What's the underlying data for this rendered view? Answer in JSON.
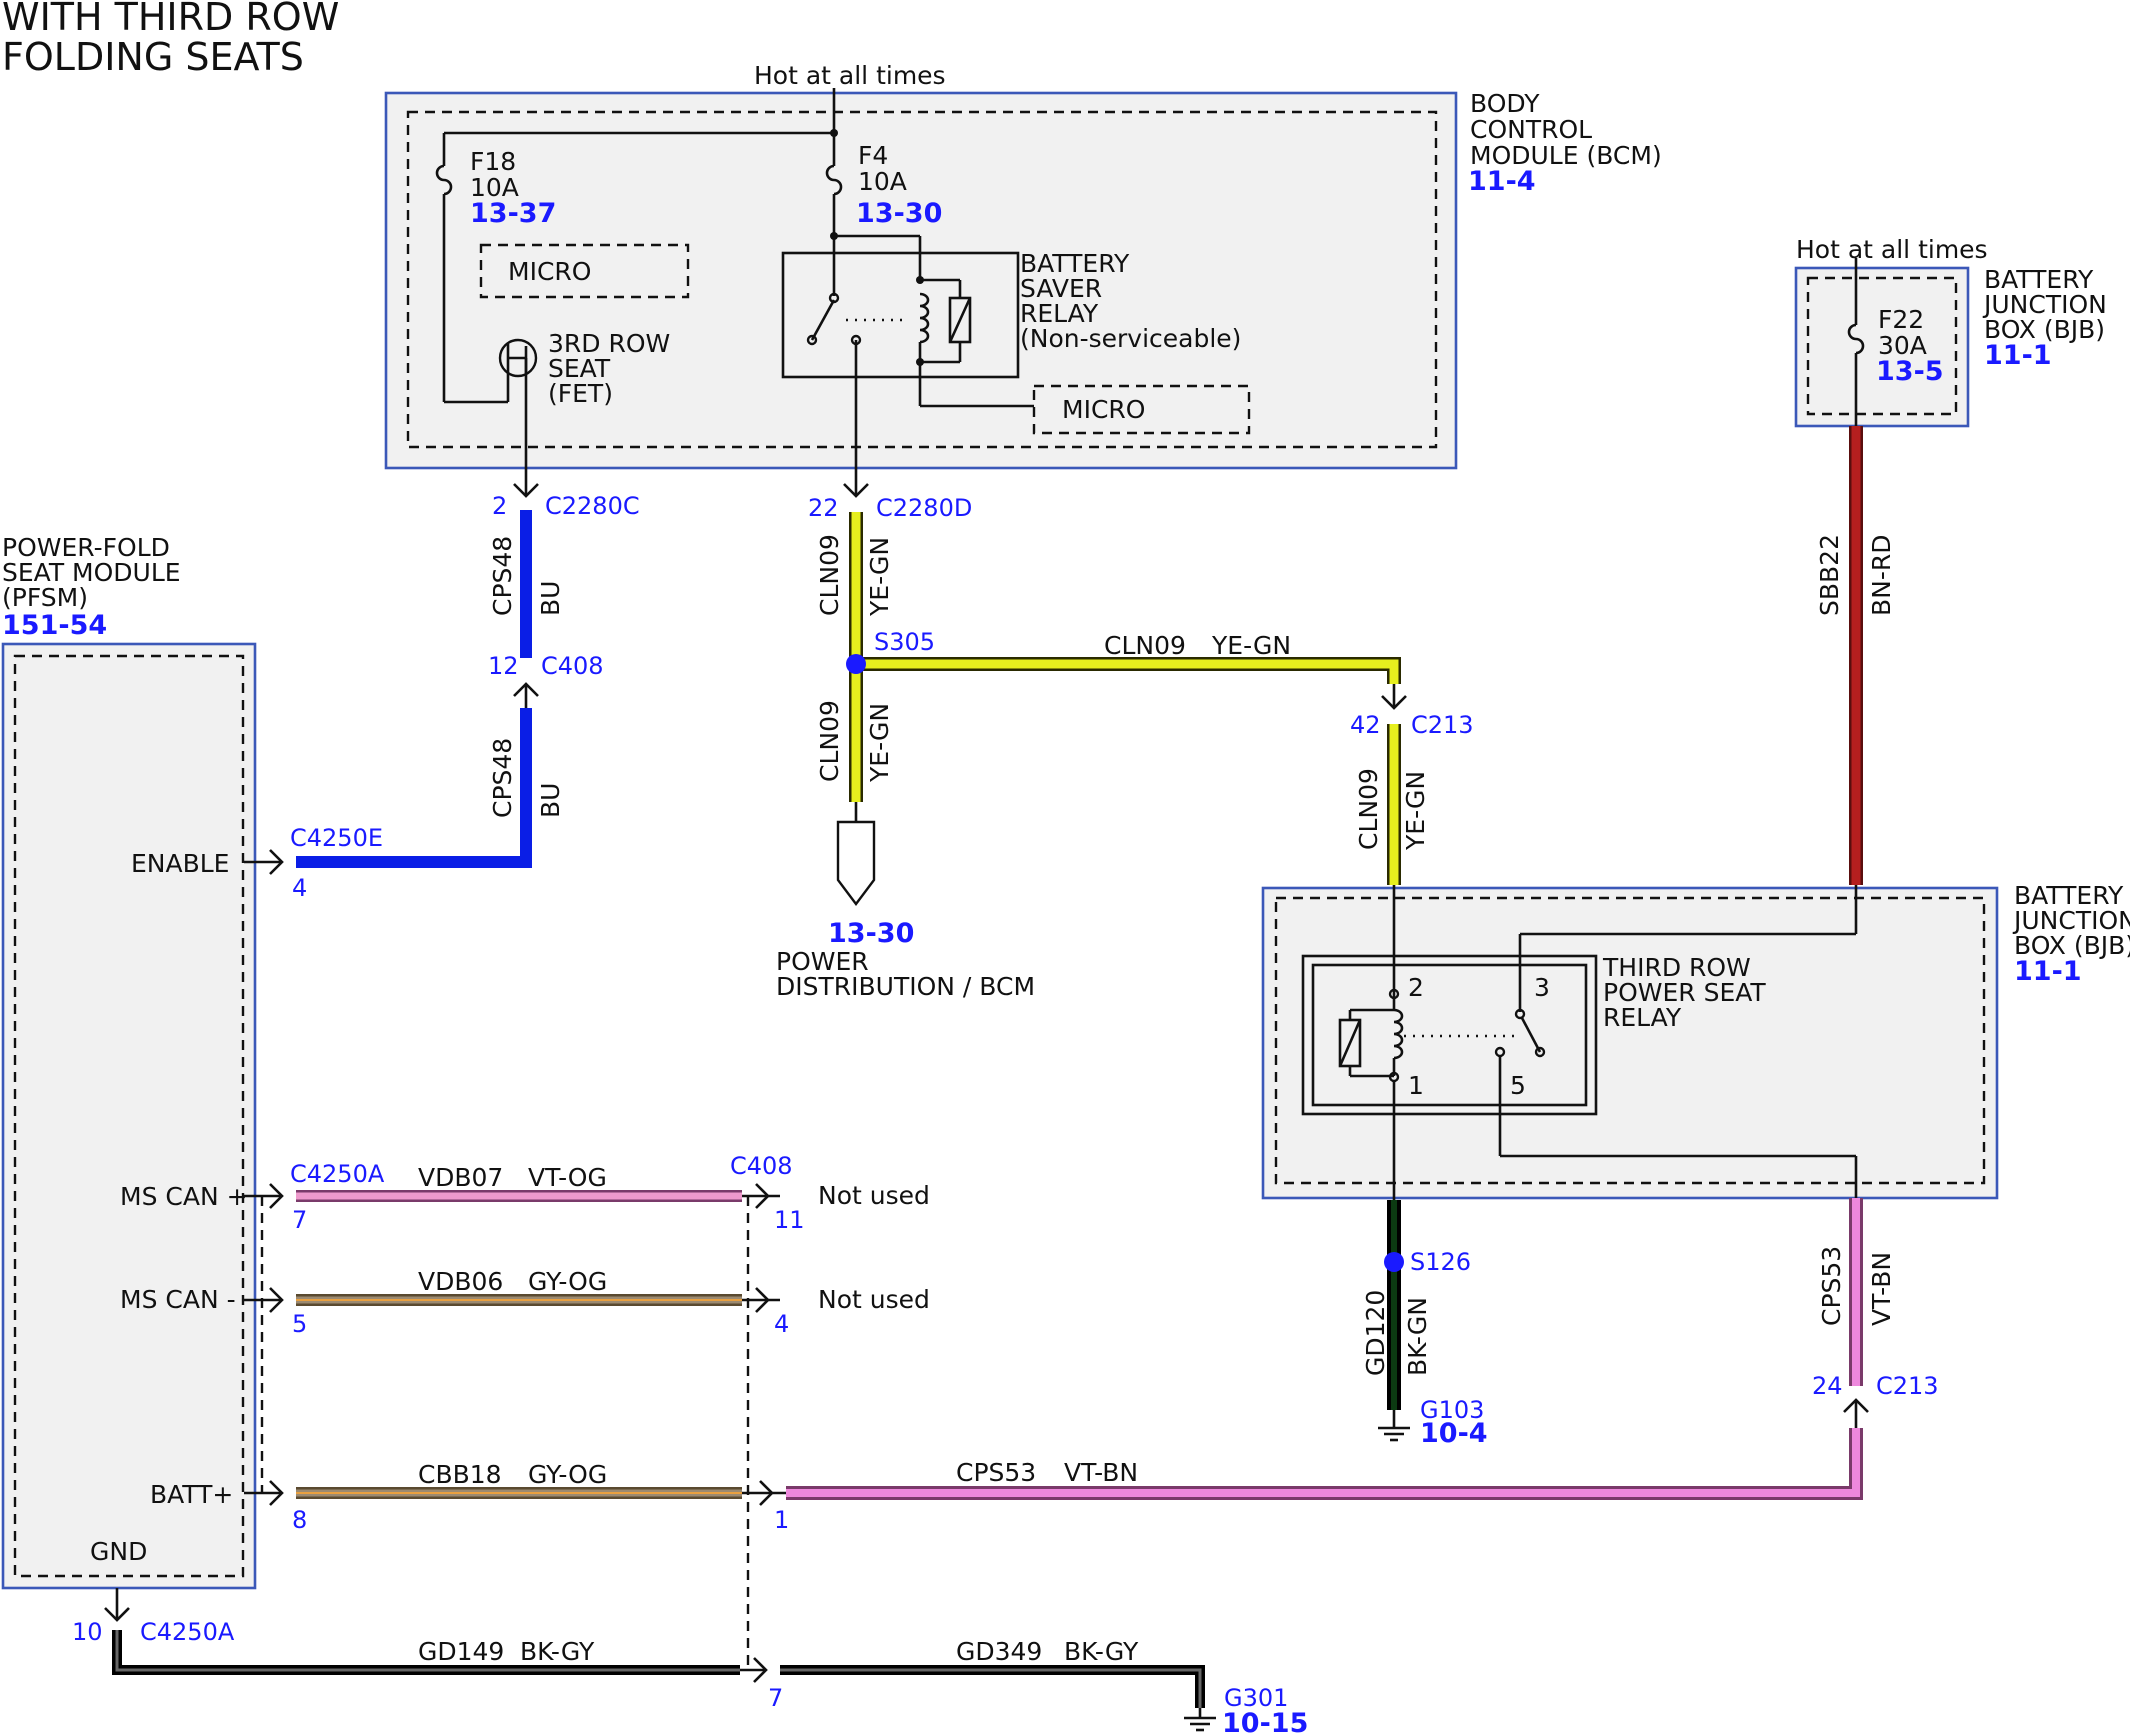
{
  "title_lines": [
    "WITH THIRD ROW",
    "FOLDING SEATS"
  ],
  "hot_at_all_times": "Hot at all times",
  "bcm": {
    "name_lines": [
      "BODY",
      "CONTROL",
      "MODULE (BCM)"
    ],
    "ref": "11-4",
    "fuse_f18": {
      "name": "F18",
      "rating": "10A",
      "ref": "13-37"
    },
    "fuse_f4": {
      "name": "F4",
      "rating": "10A",
      "ref": "13-30"
    },
    "micro": "MICRO",
    "fet_lines": [
      "3RD ROW",
      "SEAT",
      "(FET)"
    ],
    "relay_lines": [
      "BATTERY",
      "SAVER",
      "RELAY",
      "(Non-serviceable)"
    ],
    "micro2": "MICRO"
  },
  "bjb_top": {
    "name_lines": [
      "BATTERY",
      "JUNCTION",
      "BOX (BJB)"
    ],
    "ref": "11-1",
    "hot": "Hot at all times",
    "fuse": {
      "name": "F22",
      "rating": "30A",
      "ref": "13-5"
    }
  },
  "bjb_main": {
    "name_lines": [
      "BATTERY",
      "JUNCTION",
      "BOX (BJB)"
    ],
    "ref": "11-1",
    "relay_lines": [
      "THIRD ROW",
      "POWER SEAT",
      "RELAY"
    ],
    "pins": {
      "p2": "2",
      "p3": "3",
      "p1": "1",
      "p5": "5"
    }
  },
  "pfsm": {
    "name_lines": [
      "POWER-FOLD",
      "SEAT MODULE",
      "(PFSM)"
    ],
    "ref": "151-54",
    "enable": "ENABLE",
    "ms_can_plus": "MS CAN +",
    "ms_can_minus": "MS CAN -",
    "batt_plus": "BATT+",
    "gnd": "GND"
  },
  "connectors": {
    "c2280c": {
      "name": "C2280C",
      "pin": "2"
    },
    "c2280d": {
      "name": "C2280D",
      "pin": "22"
    },
    "c408_top": {
      "name": "C408",
      "pin": "12"
    },
    "c4250e": {
      "name": "C4250E",
      "pin": "4"
    },
    "c4250a": {
      "name": "C4250A",
      "pin_can_plus": "7",
      "pin_can_minus": "5",
      "pin_batt": "8"
    },
    "c408_bottom": {
      "name": "C408",
      "pin_can_plus": "11",
      "pin_can_minus": "4",
      "pin_batt": "1",
      "pin_gnd": "7"
    },
    "c213_top": {
      "name": "C213",
      "pin": "42"
    },
    "c213_bottom": {
      "name": "C213",
      "pin": "24"
    },
    "c4250a_gnd": {
      "name": "C4250A",
      "pin": "10"
    }
  },
  "splices": {
    "s305": "S305",
    "s126": "S126"
  },
  "grounds": {
    "g103": {
      "name": "G103",
      "ref": "10-4"
    },
    "g301": {
      "name": "G301",
      "ref": "10-15"
    }
  },
  "power_dist": {
    "ref": "13-30",
    "lines": [
      "POWER",
      "DISTRIBUTION / BCM"
    ]
  },
  "not_used": "Not used",
  "wires": {
    "cps48": {
      "circuit": "CPS48",
      "color": "BU",
      "hex": "#0a1ee6"
    },
    "cln09": {
      "circuit": "CLN09",
      "color": "YE-GN",
      "hex": "#e6ef1e"
    },
    "sbb22": {
      "circuit": "SBB22",
      "color": "BN-RD",
      "hex": "#b51f1f"
    },
    "gd120": {
      "circuit": "GD120",
      "color": "BK-GN",
      "hex": "#0c3a12"
    },
    "cps53": {
      "circuit": "CPS53",
      "color": "VT-BN",
      "hex": "#ee88dd"
    },
    "vdb07": {
      "circuit": "VDB07",
      "color": "VT-OG",
      "hex": "#ee99cc"
    },
    "vdb06": {
      "circuit": "VDB06",
      "color": "GY-OG",
      "hex": "#9c8a70"
    },
    "cbb18": {
      "circuit": "CBB18",
      "color": "GY-OG",
      "hex": "#9c8a70"
    },
    "gd149": {
      "circuit": "GD149",
      "color": "BK-GY"
    },
    "gd349": {
      "circuit": "GD349",
      "color": "BK-GY"
    }
  }
}
